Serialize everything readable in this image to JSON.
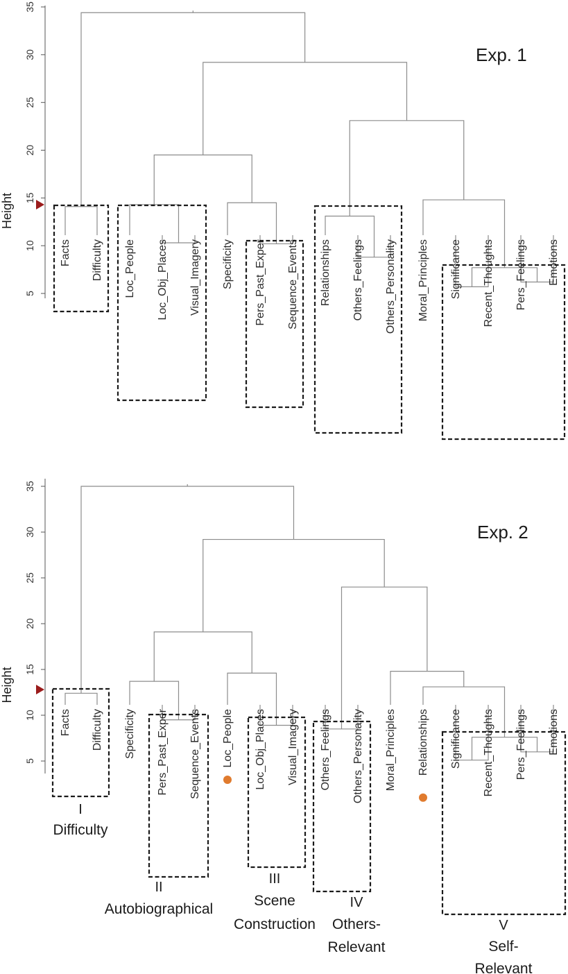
{
  "colors": {
    "link": "#8c8c8c",
    "box": "#1a1a1a",
    "marker_triangle": "#9b1c1c",
    "marker_dot": "#e07b2e"
  },
  "y_ticks": [
    "35",
    "30",
    "25",
    "20",
    "15",
    "10",
    "5"
  ],
  "panels": [
    {
      "title": "Exp. 1",
      "axis_label": "Height",
      "cut_marker_height": 14.3,
      "leaves": [
        "Facts",
        "Difficulty",
        "Loc_People",
        "Loc_Obj_Places",
        "Visual_Imagery",
        "Specificity",
        "Pers_Past_Exper",
        "Sequence_Events",
        "Relationships",
        "Others_Feelings",
        "Others_Personality",
        "Moral_Principles",
        "Significance",
        "Recent_Thoughts",
        "Pers_Feelings",
        "Emotions"
      ],
      "clusters": []
    },
    {
      "title": "Exp. 2",
      "axis_label": "Height",
      "cut_marker_height": 12.8,
      "leaves": [
        "Facts",
        "Difficulty",
        "Specificity",
        "Pers_Past_Exper",
        "Sequence_Events",
        "Loc_People",
        "Loc_Obj_Places",
        "Visual_Imagery",
        "Others_Feelings",
        "Others_Personality",
        "Moral_Principles",
        "Relationships",
        "Significance",
        "Recent_Thoughts",
        "Pers_Feelings",
        "Emotions"
      ],
      "dotted_leaves": [
        "Loc_People",
        "Relationships"
      ],
      "clusters": [
        {
          "numeral": "I",
          "name": [
            "Difficulty"
          ]
        },
        {
          "numeral": "II",
          "name": [
            "Autobiographical"
          ]
        },
        {
          "numeral": "III",
          "name": [
            "Scene",
            "Construction"
          ]
        },
        {
          "numeral": "IV",
          "name": [
            "Others-",
            "Relevant"
          ]
        },
        {
          "numeral": "V",
          "name": [
            "Self-",
            "Relevant"
          ]
        }
      ]
    }
  ]
}
